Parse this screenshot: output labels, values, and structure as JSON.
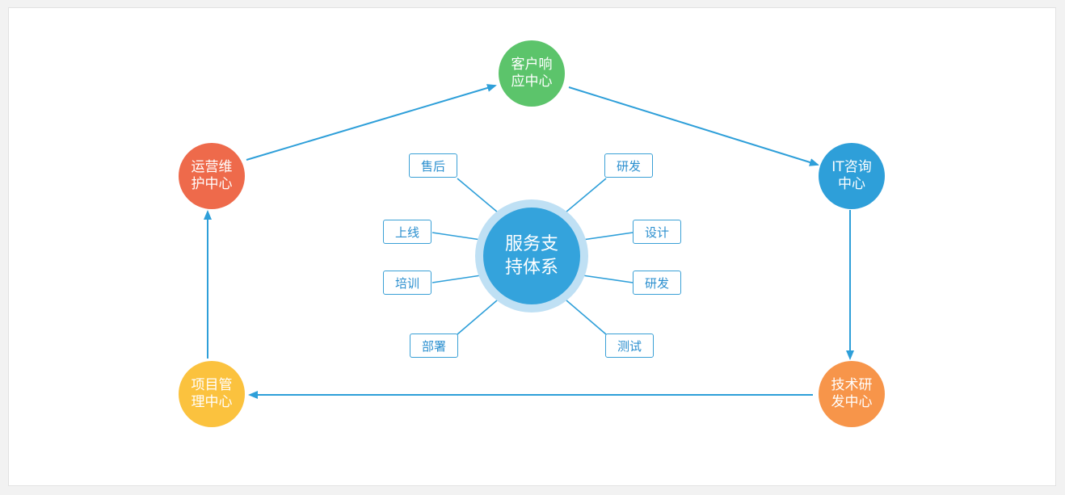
{
  "diagram": {
    "hub": {
      "label": "服务支持体系",
      "color": "#34a3dc",
      "halo": "#bfe0f4"
    },
    "centers": [
      {
        "id": "customer",
        "label": "客户响应中心",
        "color": "#5cc46b"
      },
      {
        "id": "it",
        "label": "IT咨询中心",
        "color": "#2e9fd9"
      },
      {
        "id": "rnd",
        "label": "技术研发中心",
        "color": "#f7954a"
      },
      {
        "id": "project",
        "label": "项目管理中心",
        "color": "#fbc23e"
      },
      {
        "id": "ops",
        "label": "运营维护中心",
        "color": "#ee6a4b"
      }
    ],
    "tags": [
      "售后",
      "研发",
      "上线",
      "设计",
      "培训",
      "研发",
      "部署",
      "测试"
    ],
    "line_color": "#2e9fd9"
  }
}
